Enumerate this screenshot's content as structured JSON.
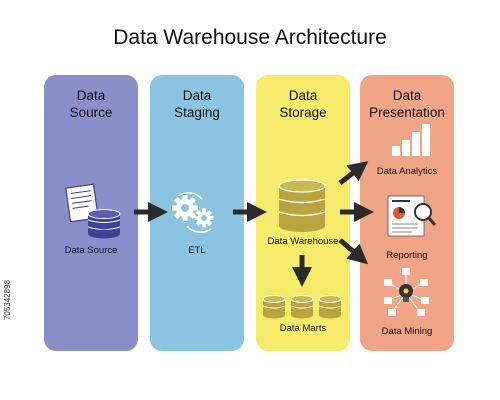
{
  "title": "Data Warehouse Architecture",
  "columns": [
    {
      "line1": "Data",
      "line2": "Source",
      "color": "#8b8fc9"
    },
    {
      "line1": "Data",
      "line2": "Staging",
      "color": "#8ac4e0"
    },
    {
      "line1": "Data",
      "line2": "Storage",
      "color": "#f6eb6a"
    },
    {
      "line1": "Data",
      "line2": "Presentation",
      "color": "#f1a587"
    }
  ],
  "nodes": {
    "data_source": "Data Source",
    "etl": "ETL",
    "data_warehouse": "Data Warehouse",
    "data_marts": "Data Marts",
    "data_analytics": "Data Analytics",
    "reporting": "Reporting",
    "data_mining": "Data Mining"
  },
  "colors": {
    "arrow": "#2b2b2b",
    "icon_dark": "#3e4197",
    "icon_gold": "#b9a43e",
    "icon_light": "#ffffff",
    "report_accent": "#e05a2a"
  },
  "watermark": "705342898"
}
